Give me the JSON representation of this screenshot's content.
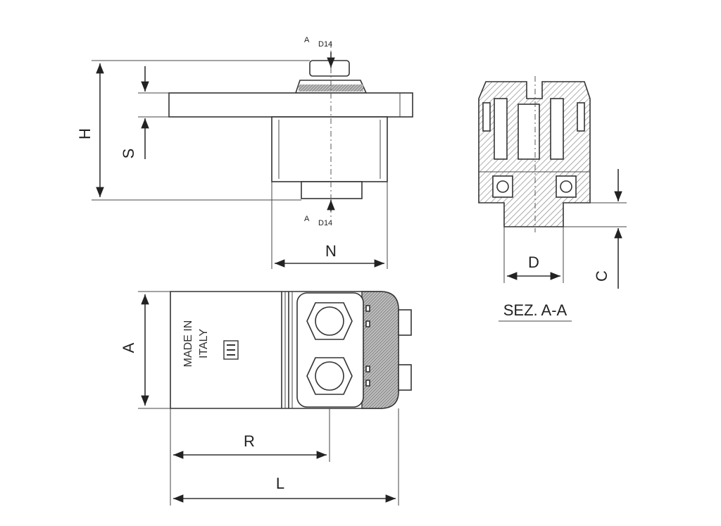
{
  "labels": {
    "H": "H",
    "S": "S",
    "N": "N",
    "A_top": "A",
    "A_bottom": "A",
    "arrow_tag_top": "D14",
    "arrow_tag_bottom": "D14",
    "D": "D",
    "C": "C",
    "A_dim": "A",
    "R": "R",
    "L": "L",
    "section": "SEZ. A-A"
  },
  "engraving": {
    "line1": "MADE IN",
    "line2": "ITALY"
  },
  "colors": {
    "line": "#333333",
    "hatch": "#777777",
    "background": "#ffffff"
  }
}
